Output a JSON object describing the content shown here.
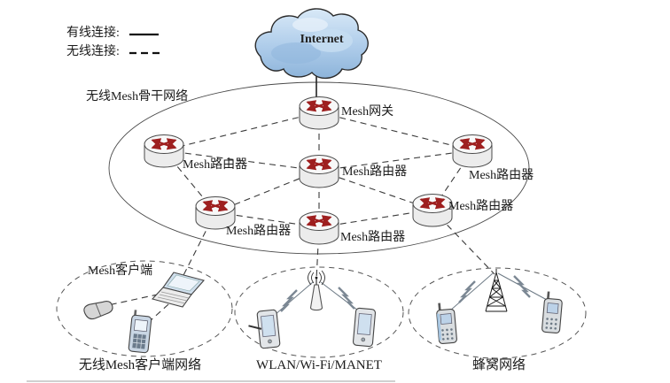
{
  "legend": {
    "wired_label": "有线连接:",
    "wireless_label": "无线连接:"
  },
  "internet_cloud": {
    "label": "Internet"
  },
  "backbone": {
    "label": "无线Mesh骨干网络",
    "gateway": {
      "label": "Mesh网关"
    },
    "routers": [
      {
        "id": "top-left",
        "label": "Mesh路由器"
      },
      {
        "id": "center",
        "label": "Mesh路由器"
      },
      {
        "id": "top-right",
        "label": "Mesh路由器"
      },
      {
        "id": "bottom-left",
        "label": "Mesh路由器"
      },
      {
        "id": "bottom-center",
        "label": "Mesh路由器"
      },
      {
        "id": "right-lower",
        "label": "Mesh路由器"
      }
    ]
  },
  "client_networks": [
    {
      "name": "无线Mesh客户端网络",
      "inner_label": "Mesh客户端",
      "devices": [
        "flip-phone",
        "laptop",
        "mobile-phone"
      ]
    },
    {
      "name": "WLAN/Wi-Fi/MANET",
      "devices": [
        "handheld-pda",
        "access-point",
        "handheld-pda"
      ]
    },
    {
      "name": "蜂窝网络",
      "devices": [
        "cell-phone",
        "cell-tower",
        "cell-phone"
      ]
    }
  ],
  "connection_types": {
    "wired": "solid",
    "wireless": "dashed"
  },
  "colors": {
    "line": "#3a3a3a",
    "router_arrow": "#9e1f1f",
    "cloud_blue": "#a9c9e6",
    "device_screen": "#bcd2e8"
  }
}
